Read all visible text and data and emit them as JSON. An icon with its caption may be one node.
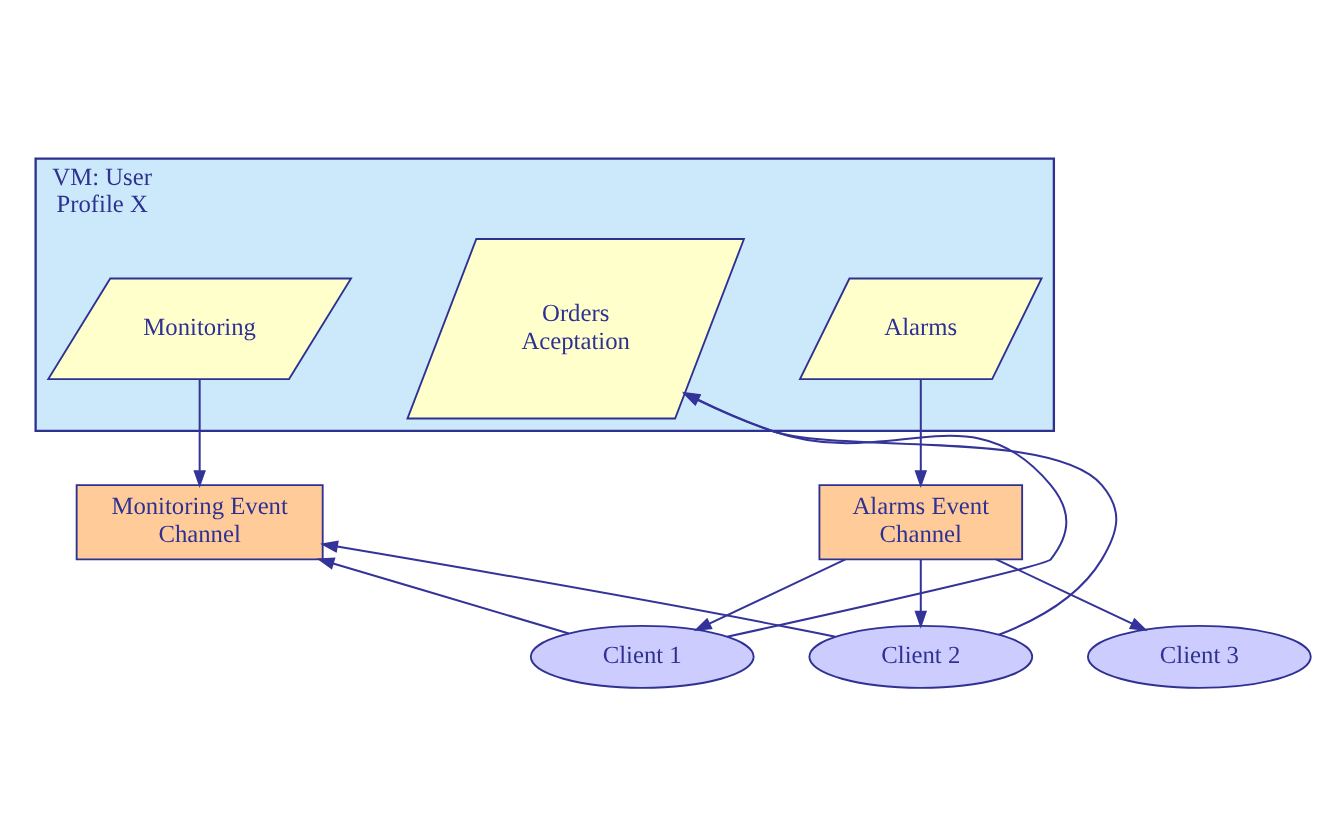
{
  "diagram": {
    "nodes": [
      {
        "text": [
          "VM: User Profile X"
        ]
      },
      {
        "text": [
          "Monitoring"
        ],
        "in": 0
      },
      {
        "text": [
          "Orders Aceptation"
        ],
        "in": 0
      },
      {
        "text": [
          "Alarms"
        ],
        "in": 0
      },
      {
        "text": [
          "Monitoring Event Channel"
        ]
      },
      {
        "text": [
          "Alarms Event Channel"
        ]
      },
      {
        "text": [
          "Client 1"
        ]
      },
      {
        "text": [
          "Client 2"
        ]
      },
      {
        "text": [
          "Client 3"
        ]
      }
    ],
    "edges": [
      {
        "from": 1,
        "to": 4,
        "arrow": "to"
      },
      {
        "from": 3,
        "to": 5,
        "arrow": "to"
      },
      {
        "from": 6,
        "to": 4,
        "arrow": "to"
      },
      {
        "from": 6,
        "to": 2,
        "arrow": "to"
      },
      {
        "from": 7,
        "to": 4,
        "arrow": "to"
      },
      {
        "from": 7,
        "to": 2,
        "arrow": "to"
      },
      {
        "from": 5,
        "to": 6,
        "arrow": "to"
      },
      {
        "from": 5,
        "to": 7,
        "arrow": "to"
      },
      {
        "from": 5,
        "to": 8,
        "arrow": "to"
      }
    ]
  }
}
